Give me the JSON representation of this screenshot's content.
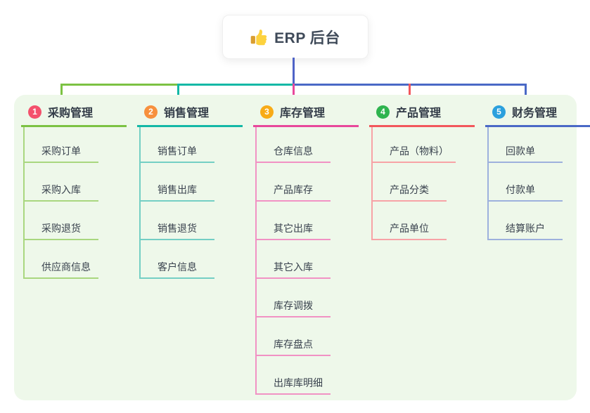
{
  "root": {
    "title": "ERP 后台",
    "icon": "thumbs-up-icon"
  },
  "connector_color": "#4f63c7",
  "canvas": {
    "background": "#ffffff",
    "panel_background": "#eef8ea"
  },
  "branches": [
    {
      "number": "1",
      "label": "采购管理",
      "line_color": "#7cc243",
      "child_line_color": "#a9d77f",
      "badge_color": "#f4516c",
      "children": [
        "采购订单",
        "采购入库",
        "采购退货",
        "供应商信息"
      ]
    },
    {
      "number": "2",
      "label": "销售管理",
      "line_color": "#14b8a6",
      "child_line_color": "#74cfc4",
      "badge_color": "#f7903d",
      "children": [
        "销售订单",
        "销售出库",
        "销售退货",
        "客户信息"
      ]
    },
    {
      "number": "3",
      "label": "库存管理",
      "line_color": "#e8489b",
      "child_line_color": "#f192c4",
      "badge_color": "#f8ab17",
      "children": [
        "仓库信息",
        "产品库存",
        "其它出库",
        "其它入库",
        "库存调拨",
        "库存盘点",
        "出库库明细"
      ]
    },
    {
      "number": "4",
      "label": "产品管理",
      "line_color": "#f2575c",
      "child_line_color": "#f7a3a6",
      "badge_color": "#2fb44f",
      "children": [
        "产品（物料）",
        "产品分类",
        "产品单位"
      ]
    },
    {
      "number": "5",
      "label": "财务管理",
      "line_color": "#4a69c6",
      "child_line_color": "#9db1dd",
      "badge_color": "#2ba0dd",
      "children": [
        "回款单",
        "付款单",
        "结算账户"
      ]
    }
  ]
}
